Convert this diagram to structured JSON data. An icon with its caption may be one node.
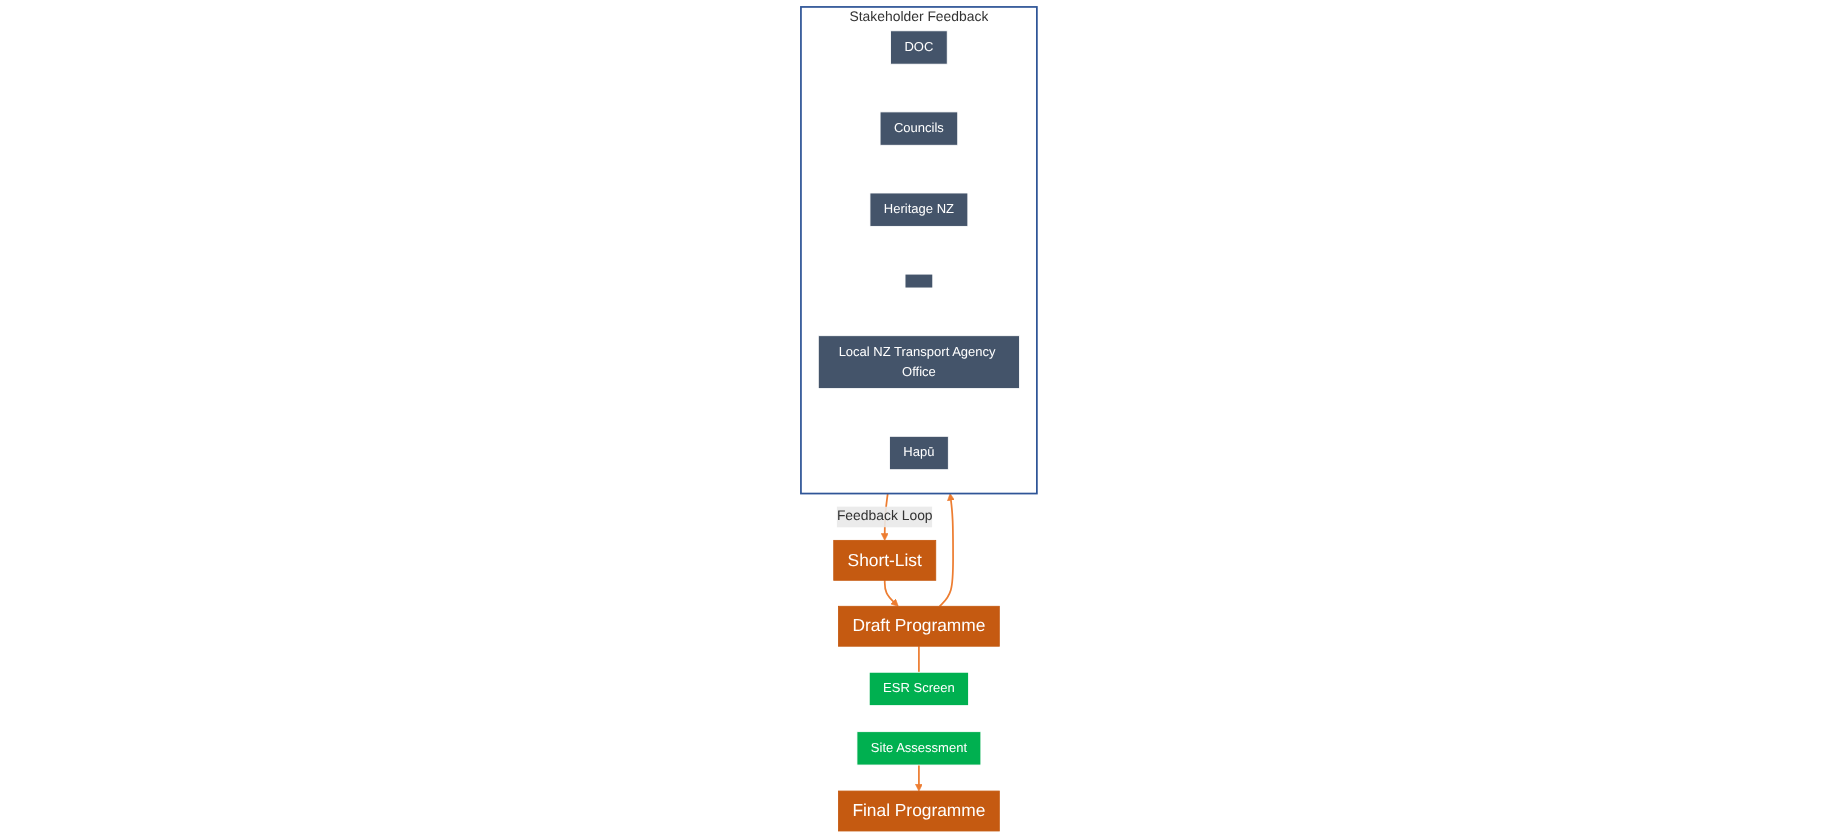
{
  "diagram": {
    "nodes": [
      {
        "text": [
          "Short-List"
        ]
      },
      {
        "text": [
          "Draft Programme"
        ]
      },
      {
        "text": [
          "ESR Screen"
        ]
      },
      {
        "text": [
          "Site Assessment"
        ]
      },
      {
        "text": [
          "Final Programme"
        ]
      },
      {
        "text": [
          "Stakeholder Feedback"
        ]
      },
      {
        "text": [
          "DOC"
        ],
        "in": 5
      },
      {
        "text": [
          "Councils"
        ],
        "in": 5
      },
      {
        "text": [
          "Heritage NZ"
        ],
        "in": 5
      },
      {
        "text": [],
        "shape": "box",
        "in": 5
      },
      {
        "text": [
          "Local NZ Transport Agency Office"
        ],
        "in": 5
      },
      {
        "text": [
          "Hapū"
        ],
        "in": 5
      }
    ],
    "edges": [
      {
        "from": 5,
        "to": 0,
        "arrow": "to",
        "label": "Feedback Loop"
      },
      {
        "from": 0,
        "to": 1,
        "arrow": "to"
      },
      {
        "from": 1,
        "to": 5,
        "arrow": "to"
      },
      {
        "from": 1,
        "to": 2,
        "arrow": "none"
      },
      {
        "from": 3,
        "to": 4,
        "arrow": "to"
      }
    ]
  }
}
